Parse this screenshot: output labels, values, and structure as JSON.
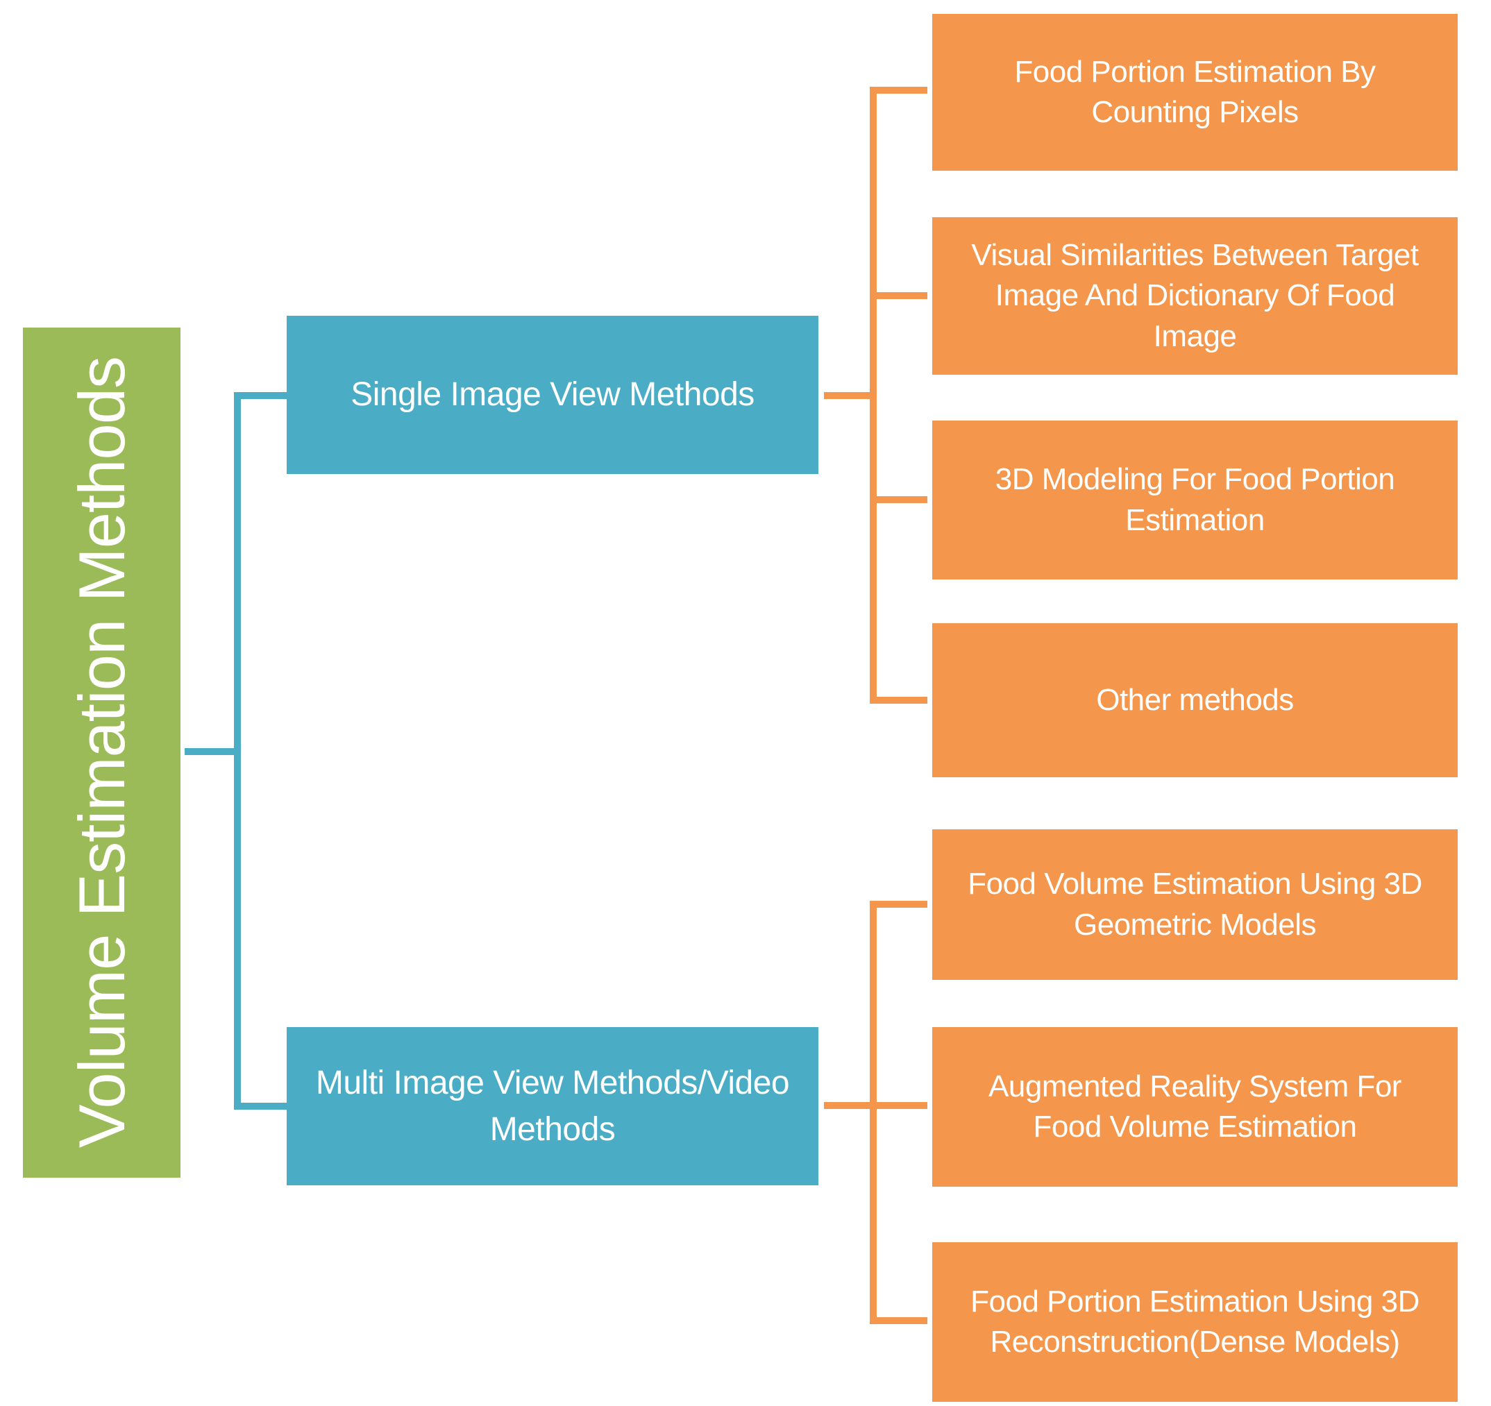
{
  "root": {
    "label": "Volume Estimation Methods"
  },
  "branches": [
    {
      "label": "Single Image View Methods",
      "children": [
        {
          "label": "Food Portion Estimation By\nCounting Pixels"
        },
        {
          "label": "Visual Similarities Between Target\nImage And Dictionary Of Food\nImage"
        },
        {
          "label": "3D Modeling For Food Portion\nEstimation"
        },
        {
          "label": "Other methods"
        }
      ]
    },
    {
      "label": "Multi Image View Methods/Video\nMethods",
      "children": [
        {
          "label": "Food Volume Estimation Using 3D\nGeometric Models"
        },
        {
          "label": "Augmented Reality System For\nFood Volume Estimation"
        },
        {
          "label": "Food Portion Estimation Using 3D\nReconstruction(Dense Models)"
        }
      ]
    }
  ],
  "theme": {
    "root_color": "#9bbb59",
    "branch_color": "#4bacc6",
    "leaf_color": "#f4974c",
    "text_color": "#ffffff",
    "background": "#ffffff"
  }
}
